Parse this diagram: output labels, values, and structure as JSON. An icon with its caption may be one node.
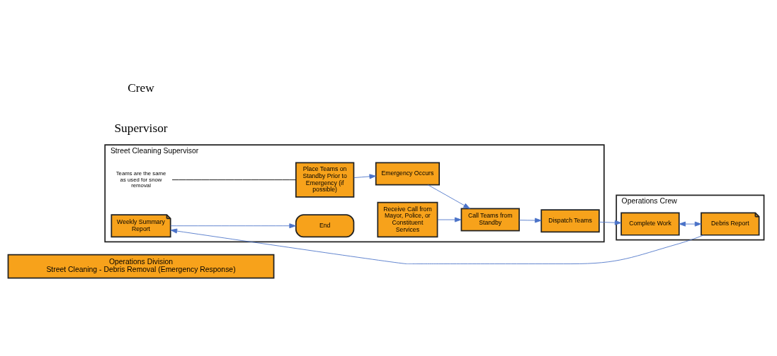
{
  "diagram": {
    "nodes": [
      {
        "text": [
          "Operations Division",
          "Street Cleaning - Debris Removal (Emergency Response)"
        ]
      },
      {
        "text": [
          "Street Cleaning Supervisor"
        ]
      },
      {
        "text": [
          "Place Teams on Standby Prior to Emergency (if possible)"
        ],
        "in": 1
      },
      {
        "text": [
          "Emergency Occurs"
        ],
        "in": 1
      },
      {
        "text": [
          "Call Teams from Standby"
        ],
        "in": 1
      },
      {
        "text": [
          "Dispatch Teams"
        ],
        "in": 1
      },
      {
        "text": [
          "Weekly Summary Report"
        ],
        "in": 1
      },
      {
        "text": [
          "End"
        ],
        "in": 1
      },
      {
        "text": [
          "Teams are the same as used for snow removal"
        ],
        "in": 1
      },
      {
        "text": [
          "Receive Call from Mayor, Police, or Constituent Services"
        ],
        "in": 1
      },
      {
        "text": [
          "Operations Crew"
        ]
      },
      {
        "text": [
          "Complete Work"
        ],
        "in": 10
      },
      {
        "text": [
          "Debris Report"
        ],
        "in": 10
      }
    ],
    "edges": [
      {
        "from": 2,
        "to": 3,
        "arrow": "to"
      },
      {
        "from": 3,
        "to": 4,
        "arrow": "to"
      },
      {
        "from": 9,
        "to": 4,
        "arrow": "to"
      },
      {
        "from": 4,
        "to": 5,
        "arrow": "to"
      },
      {
        "from": 5,
        "to": 11,
        "arrow": "to"
      },
      {
        "from": 11,
        "to": 12,
        "arrow": "both"
      },
      {
        "from": 12,
        "to": 6,
        "arrow": "to"
      },
      {
        "from": 6,
        "to": 7,
        "arrow": "to"
      },
      {
        "from": 8,
        "to": 2,
        "arrow": "none",
        "color": "#000000"
      }
    ],
    "labels": [
      "Supervisor",
      "Crew"
    ]
  }
}
